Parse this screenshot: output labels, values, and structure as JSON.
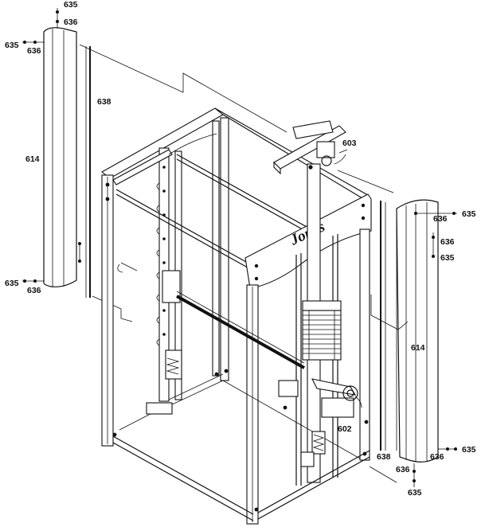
{
  "brand_text": "Jones",
  "callouts": {
    "c603": "603",
    "c602": "602",
    "c614_left": "614",
    "c614_right": "614",
    "c638_left": "638",
    "c638_right": "638",
    "c635_lt_top": "635",
    "c636_lt_top": "636",
    "c635_lt_side": "635",
    "c636_lt_side": "636",
    "c635_lb": "635",
    "c636_lb": "636",
    "c636_rt_side": "636",
    "c635_rt_side": "635",
    "c636_rt_mid": "636",
    "c635_rt_mid": "635",
    "c636_rb_side": "636",
    "c635_rb_side": "635",
    "c636_rb_bot": "636",
    "c635_rb_bot": "635"
  },
  "colors": {
    "ink": "#111111",
    "paper": "#ffffff"
  }
}
